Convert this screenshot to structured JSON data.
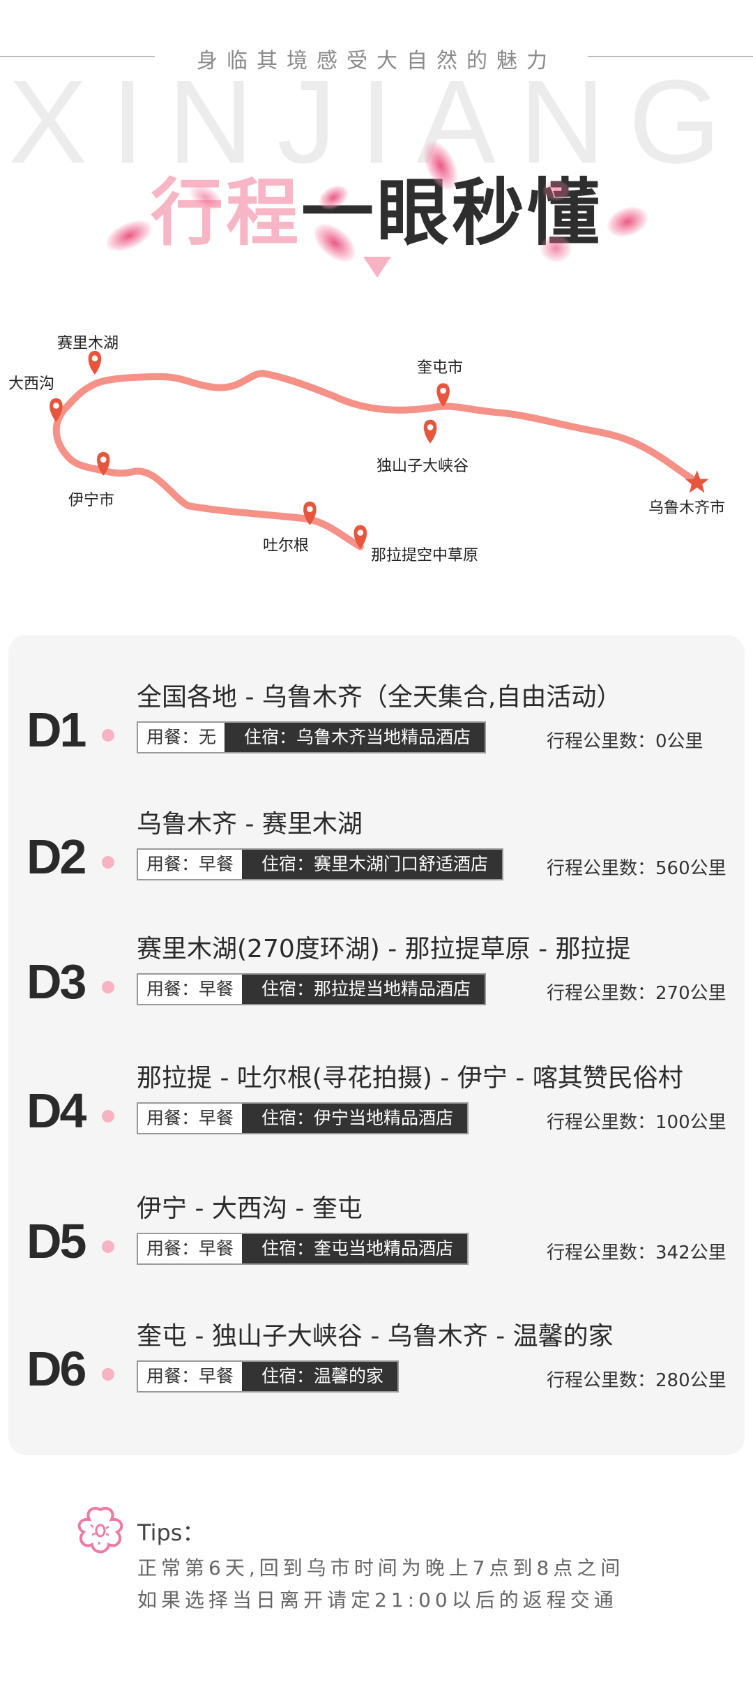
{
  "header": {
    "tagline": "身临其境感受大自然的魅力",
    "watermark": "XINJIANG",
    "title_pink": "行程",
    "title_dark": "一眼秒懂"
  },
  "map": {
    "route_color": "#f4857a",
    "pin_color": "#e8553d",
    "places": {
      "sailimu": "赛里木湖",
      "daxigou": "大西沟",
      "yining": "伊宁市",
      "kuitun": "奎屯市",
      "dushanzi": "独山子大峡谷",
      "urumqi": "乌鲁木齐市",
      "tuergen": "吐尔根",
      "nalati": "那拉提空中草原"
    }
  },
  "days": [
    {
      "label": "D1",
      "title": "全国各地 - 乌鲁木齐（全天集合,自由活动）",
      "meal": "用餐：无",
      "stay": "住宿：乌鲁木齐当地精品酒店",
      "distance": "行程公里数：0公里"
    },
    {
      "label": "D2",
      "title": "乌鲁木齐 - 赛里木湖",
      "meal": "用餐：早餐",
      "stay": "住宿：赛里木湖门口舒适酒店",
      "distance": "行程公里数：560公里"
    },
    {
      "label": "D3",
      "title": "赛里木湖(270度环湖) - 那拉提草原 - 那拉提",
      "meal": "用餐：早餐",
      "stay": "住宿：那拉提当地精品酒店",
      "distance": "行程公里数：270公里"
    },
    {
      "label": "D4",
      "title": "那拉提 - 吐尔根(寻花拍摄) - 伊宁 - 喀其赞民俗村",
      "meal": "用餐：早餐",
      "stay": "住宿：伊宁当地精品酒店",
      "distance": "行程公里数：100公里"
    },
    {
      "label": "D5",
      "title": "伊宁 - 大西沟 - 奎屯",
      "meal": "用餐：早餐",
      "stay": "住宿：奎屯当地精品酒店",
      "distance": "行程公里数：342公里"
    },
    {
      "label": "D6",
      "title": "奎屯 - 独山子大峡谷 - 乌鲁木齐 - 温馨的家",
      "meal": "用餐：早餐",
      "stay": "住宿：温馨的家",
      "distance": "行程公里数：280公里"
    }
  ],
  "tips": {
    "title": "Tips：",
    "lines": [
      "正常第6天,回到乌市时间为晚上7点到8点之间",
      "如果选择当日离开请定21:00以后的返程交通"
    ]
  }
}
